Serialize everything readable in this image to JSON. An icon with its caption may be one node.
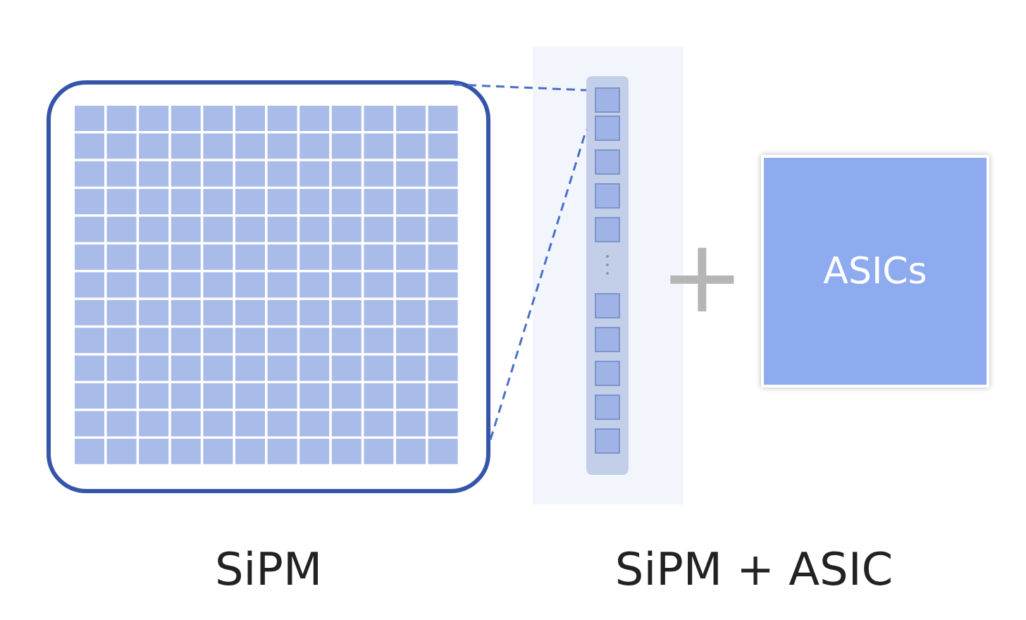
{
  "diagram": {
    "nodes": [
      {
        "text": [],
        "shape": "box",
        "beside": [
          "SiPM"
        ]
      },
      {
        "text": [],
        "shape": "bar"
      },
      {
        "text": [
          "ASICs"
        ]
      }
    ],
    "edges": [
      {
        "from": 0,
        "to": 1,
        "arrow": "none",
        "style": "dashed"
      },
      {
        "from": 0,
        "to": 1,
        "arrow": "none",
        "style": "dashed"
      }
    ],
    "labels": [
      "+",
      "SiPM + ASIC"
    ]
  }
}
